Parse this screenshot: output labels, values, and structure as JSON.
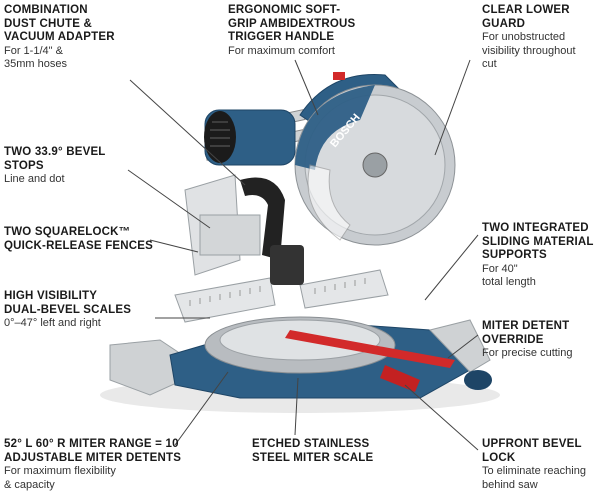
{
  "callouts": {
    "dust_chute": {
      "title": "COMBINATION\nDUST CHUTE &\nVACUUM ADAPTER",
      "desc": "For 1-1/4\" &\n35mm hoses"
    },
    "trigger_handle": {
      "title": "ERGONOMIC SOFT-\nGRIP AMBIDEXTROUS\nTRIGGER HANDLE",
      "desc": "For maximum comfort"
    },
    "lower_guard": {
      "title": "CLEAR LOWER\nGUARD",
      "desc": "For unobstructed\nvisibility throughout\ncut"
    },
    "bevel_stops": {
      "title": "TWO 33.9° BEVEL\nSTOPS",
      "desc": "Line and dot"
    },
    "squarelock": {
      "title": "TWO SQUARELOCK™\nQUICK-RELEASE FENCES",
      "desc": ""
    },
    "sliding_supports": {
      "title": "TWO INTEGRATED\nSLIDING MATERIAL\nSUPPORTS",
      "desc": "For 40\"\ntotal length"
    },
    "bevel_scales": {
      "title": "HIGH VISIBILITY\nDUAL-BEVEL SCALES",
      "desc": "0°–47° left and right"
    },
    "detent_override": {
      "title": "MITER DETENT\nOVERRIDE",
      "desc": "For precise cutting"
    },
    "miter_range": {
      "title": "52° L 60° R MITER RANGE = 10\nADJUSTABLE MITER DETENTS",
      "desc": "For maximum flexibility\n& capacity"
    },
    "miter_scale": {
      "title": "ETCHED STAINLESS\nSTEEL MITER SCALE",
      "desc": ""
    },
    "bevel_lock": {
      "title": "UPFRONT BEVEL\nLOCK",
      "desc": "To eliminate reaching\nbehind saw"
    }
  },
  "brand_mark": "BOSCH",
  "colors": {
    "saw_blue": "#2e5f86",
    "saw_blue_dark": "#1e4566",
    "blade": "#c8ccd0",
    "metal": "#d9dbdd",
    "red": "#d22a2a",
    "text": "#1a1a1a",
    "leader": "#444444"
  }
}
